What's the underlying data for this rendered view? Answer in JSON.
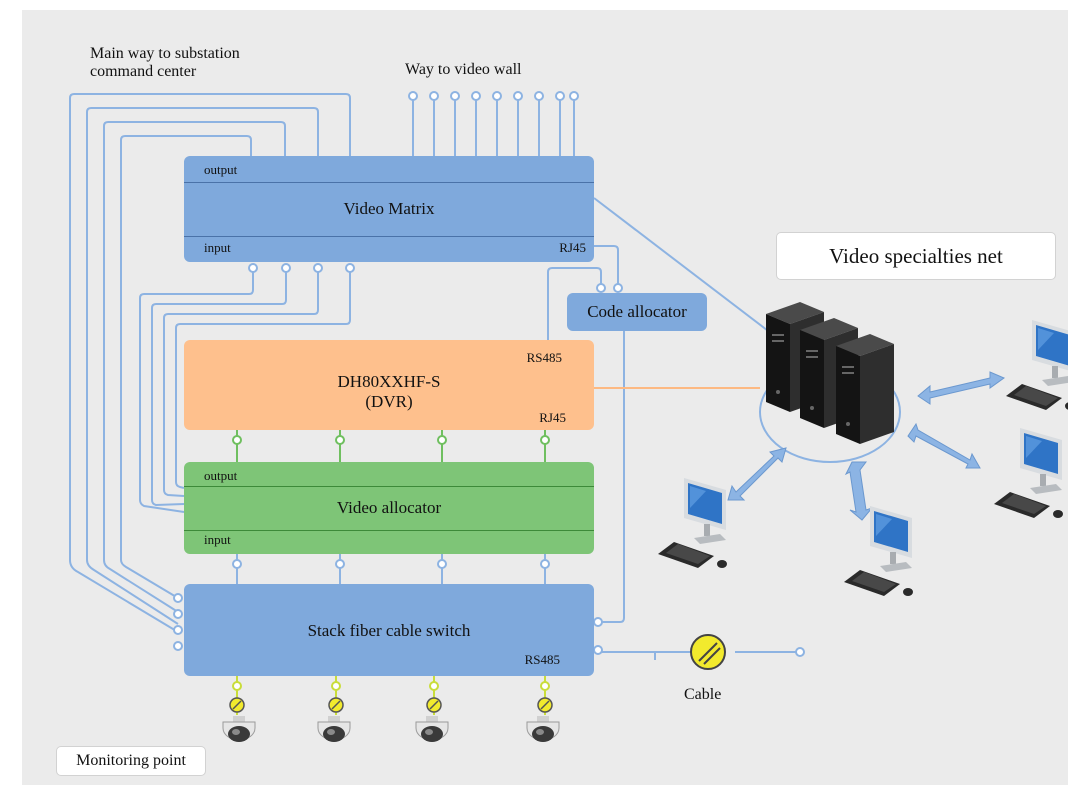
{
  "header": {
    "main_way_line1": "Main way to substation",
    "main_way_line2": "command center",
    "video_wall": "Way to video wall"
  },
  "video_matrix": {
    "output": "output",
    "title": "Video Matrix",
    "input": "input",
    "port": "RJ45"
  },
  "code_allocator": {
    "title": "Code allocator"
  },
  "dvr": {
    "port_top": "RS485",
    "title_line1": "DH80XXHF-S",
    "title_line2": "(DVR)",
    "port_bottom": "RJ45"
  },
  "video_allocator": {
    "output": "output",
    "title": "Video allocator",
    "input": "input"
  },
  "switch": {
    "title": "Stack fiber cable switch",
    "port": "RS485"
  },
  "callouts": {
    "network": "Video specialties net",
    "monitoring": "Monitoring point"
  },
  "cable": {
    "label": "Cable"
  },
  "colors": {
    "blue_box": "#7fa9dc",
    "orange_box": "#fec08d",
    "green_box": "#7ec577",
    "wire_blue": "#8db3e2",
    "wire_green": "#6fbf5f",
    "wire_yellow": "#c9dd3a",
    "cable_yellow": "#f2ea2d",
    "background": "#ebebeb"
  },
  "icons": [
    "server-icon",
    "computer-icon",
    "camera-icon",
    "cable-icon",
    "arrow-icon"
  ]
}
